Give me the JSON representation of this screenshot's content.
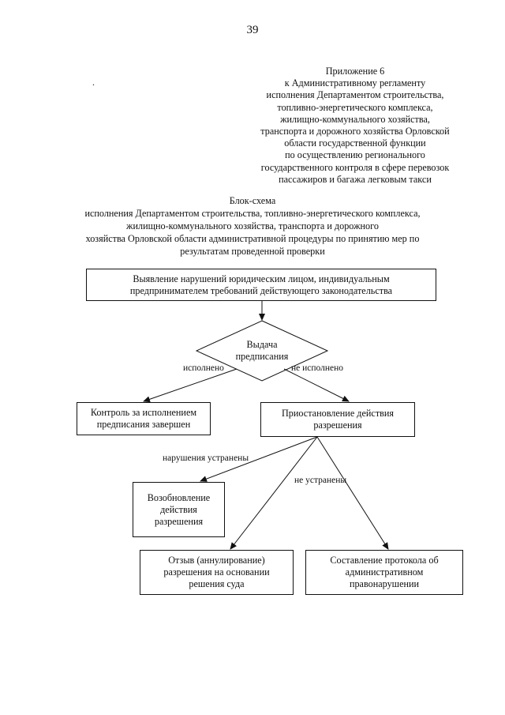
{
  "page_number": "39",
  "appendix": {
    "lines": [
      "Приложение 6",
      "к Административному регламенту",
      "исполнения Департаментом строительства,",
      "топливно-энергетического комплекса,",
      "жилищно-коммунального хозяйства,",
      "транспорта и дорожного хозяйства Орловской",
      "области государственной функции",
      "по осуществлению регионального",
      "государственного контроля в сфере перевозок",
      "пассажиров и багажа легковым такси"
    ]
  },
  "title": {
    "lines": [
      "Блок-схема",
      "исполнения Департаментом строительства, топливно-энергетического комплекса,",
      "жилищно-коммунального хозяйства, транспорта и дорожного",
      "хозяйства Орловской области административной процедуры по принятию мер по",
      "результатам проведенной проверки"
    ]
  },
  "nodes": {
    "start": "Выявление нарушений юридическим лицом, индивидуальным\nпредпринимателем требований действующего законодательства",
    "decision": "Выдача\nпредписания",
    "control_done": "Контроль за исполнением\nпредписания завершен",
    "suspend": "Приостановление действия\nразрешения",
    "resume": "Возобновление\nдействия\nразрешения",
    "revoke": "Отзыв (аннулирование)\nразрешения на основании\nрешения суда",
    "protocol": "Составление протокола об\nадминистративном\nправонарушении"
  },
  "edge_labels": {
    "executed": "исполнено",
    "not_executed": "не исполнено",
    "violations_fixed": "нарушения устранены",
    "not_fixed": "не устранены"
  }
}
